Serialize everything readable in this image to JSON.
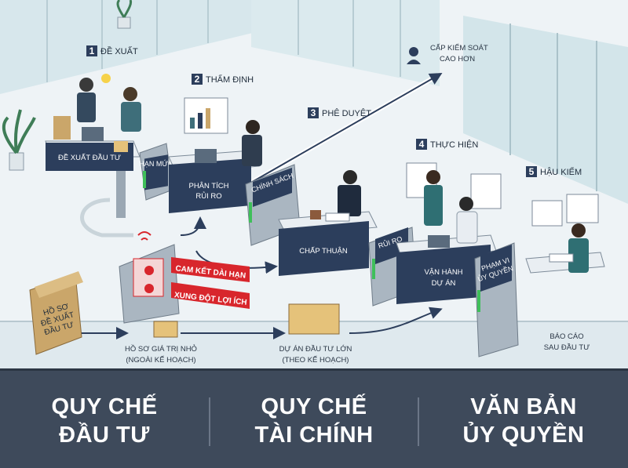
{
  "steps": [
    {
      "num": "1",
      "label": "ĐỀ XUẤT"
    },
    {
      "num": "2",
      "label": "THẨM ĐỊNH"
    },
    {
      "num": "3",
      "label": "PHÊ DUYỆT"
    },
    {
      "num": "4",
      "label": "THỰC HIỆN"
    },
    {
      "num": "5",
      "label": "HẬU KIỂM"
    }
  ],
  "escalation": {
    "line1": "CẤP KIỂM SOÁT",
    "line2": "CAO HƠN"
  },
  "desk_signs": {
    "proposal": "ĐỀ XUẤT ĐẦU TƯ",
    "risk": {
      "line1": "PHÂN TÍCH",
      "line2": "RỦI RO"
    },
    "approval": "CHẤP THUẬN",
    "operation": {
      "line1": "VẬN HÀNH",
      "line2": "DỰ ÁN"
    }
  },
  "gates": {
    "limit": "HẠN MỨC",
    "policy": "CHÍNH SÁCH",
    "risk": "RỦI RO",
    "scope": {
      "line1": "PHẠM VI",
      "line2": "ỦY QUYỀN"
    }
  },
  "alerts": [
    "CAM KẾT DÀI HẠN",
    "XUNG ĐỘT LỢI ÍCH"
  ],
  "folder": {
    "line1": "HỒ SƠ",
    "line2": "ĐỀ XUẤT",
    "line3": "ĐẦU TƯ"
  },
  "flow_labels": {
    "small": {
      "line1": "HỒ SƠ GIÁ TRỊ NHỎ",
      "line2": "(NGOÀI KẾ HOẠCH)"
    },
    "large": {
      "line1": "DỰ ÁN ĐẦU TƯ LỚN",
      "line2": "(THEO KẾ HOẠCH)"
    },
    "report": {
      "line1": "BÁO CÁO",
      "line2": "SAU ĐẦU TƯ"
    }
  },
  "banner": [
    {
      "line1": "QUY CHẾ",
      "line2": "ĐẦU TƯ"
    },
    {
      "line1": "QUY CHẾ",
      "line2": "TÀI CHÍNH"
    },
    {
      "line1": "VĂN BẢN",
      "line2": "ỦY QUYỀN"
    }
  ],
  "colors": {
    "navy": "#2c3e5c",
    "alert_red": "#d8262c",
    "gate_green": "#3fbf5a",
    "banner": "#3e4a5b",
    "glass": "#cfe4ea"
  }
}
